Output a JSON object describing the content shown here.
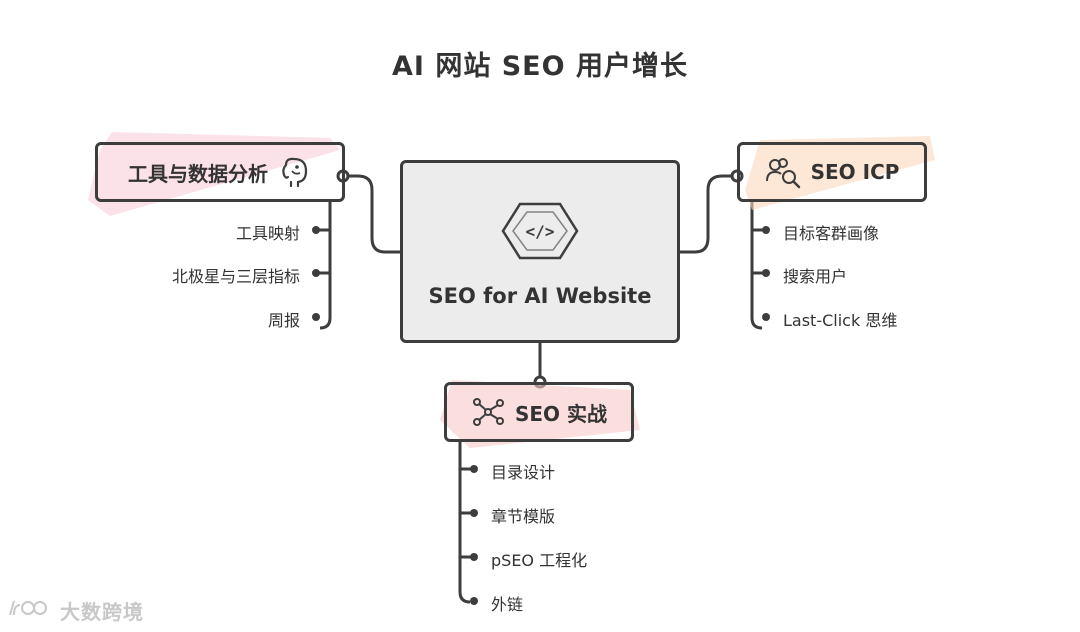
{
  "title": "AI 网站 SEO 用户增长",
  "central": {
    "label": "SEO for AI Website",
    "icon": "code-hexagon-icon"
  },
  "topics": {
    "left": {
      "label": "工具与数据分析",
      "icon": "elephant-icon",
      "items": [
        "工具映射",
        "北极星与三层指标",
        "周报"
      ],
      "color": "#f7c9d6"
    },
    "right": {
      "label": "SEO ICP",
      "icon": "users-search-icon",
      "items": [
        "目标客群画像",
        "搜索用户",
        "Last-Click 思维"
      ],
      "color": "#fbd9bd"
    },
    "bottom": {
      "label": "SEO 实战",
      "icon": "network-branch-icon",
      "items": [
        "目录设计",
        "章节模版",
        "pSEO 工程化",
        "外链"
      ],
      "color": "#f9c8c8"
    }
  },
  "watermark": "大数跨境"
}
